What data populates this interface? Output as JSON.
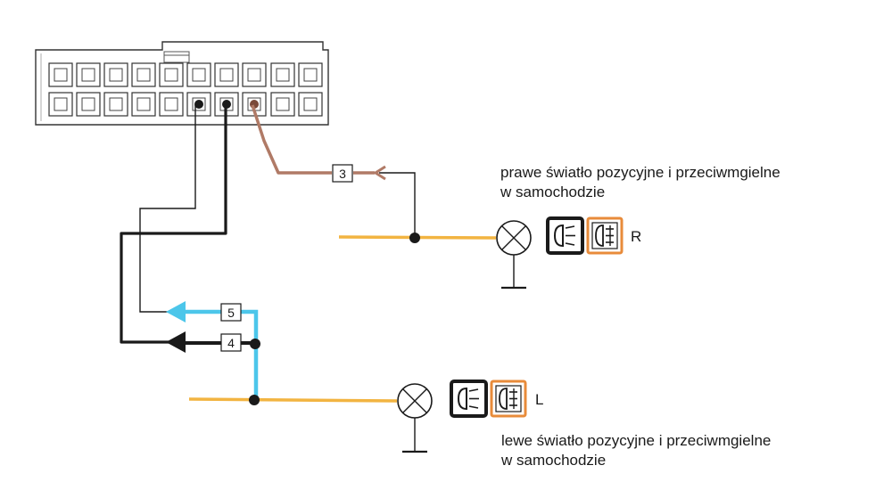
{
  "labels": {
    "wire_3": "3",
    "wire_4": "4",
    "wire_5": "5",
    "right_side": "R",
    "left_side": "L"
  },
  "captions": {
    "right_line1": "prawe światło pozycyjne i przeciwmgielne",
    "right_line2": "w samochodzie",
    "left_line1": "lewe światło pozycyjne i przeciwmgielne",
    "left_line2": "w samochodzie"
  },
  "icons": {
    "lamp": "lamp-cross-icon",
    "ground": "ground-icon",
    "position_light": "position-light-icon",
    "fog_light": "fog-light-icon"
  },
  "colors": {
    "wire_brown": "#b07a66",
    "wire_cyan": "#4cc6ea",
    "wire_black": "#1a1a1a",
    "wire_orange": "#f2b441",
    "fog_frame": "#e88b3a"
  }
}
